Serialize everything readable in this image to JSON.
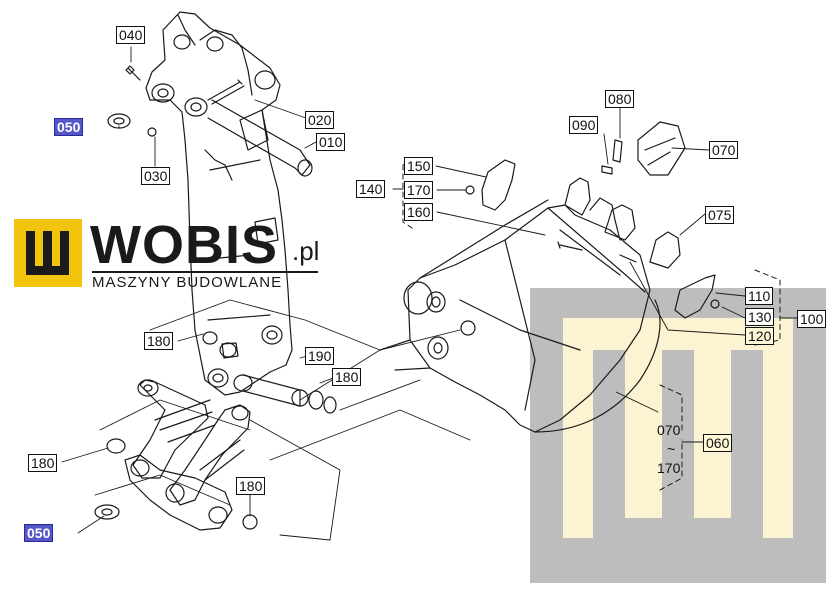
{
  "logo": {
    "word": "WOBIS",
    "suffix": ".pl",
    "subtitle": "MASZYNY BUDOWLANE"
  },
  "callouts": [
    {
      "text": "040",
      "style": "normal"
    },
    {
      "text": "050",
      "style": "highlight"
    },
    {
      "text": "030",
      "style": "normal"
    },
    {
      "text": "020",
      "style": "normal"
    },
    {
      "text": "010",
      "style": "normal"
    },
    {
      "text": "150",
      "style": "normal"
    },
    {
      "text": "140",
      "style": "normal"
    },
    {
      "text": "170",
      "style": "normal"
    },
    {
      "text": "160",
      "style": "normal"
    },
    {
      "text": "090",
      "style": "normal"
    },
    {
      "text": "080",
      "style": "normal"
    },
    {
      "text": "070",
      "style": "normal"
    },
    {
      "text": "075",
      "style": "normal"
    },
    {
      "text": "110",
      "style": "normal"
    },
    {
      "text": "130",
      "style": "normal"
    },
    {
      "text": "100",
      "style": "normal"
    },
    {
      "text": "120",
      "style": "tinted"
    },
    {
      "text": "180",
      "style": "normal"
    },
    {
      "text": "190",
      "style": "normal"
    },
    {
      "text": "180",
      "style": "normal"
    },
    {
      "text": "180",
      "style": "normal"
    },
    {
      "text": "180",
      "style": "normal"
    },
    {
      "text": "050",
      "style": "highlight"
    },
    {
      "text": "060",
      "style": "tinted"
    }
  ],
  "range_note": {
    "from": "070",
    "sep": "~",
    "to": "170"
  },
  "colors": {
    "logo_yellow": "#f2c40d",
    "highlight_blue": "#5656c8",
    "watermark_gray": "#bdbdbd",
    "watermark_cream": "#fbf3d2"
  }
}
